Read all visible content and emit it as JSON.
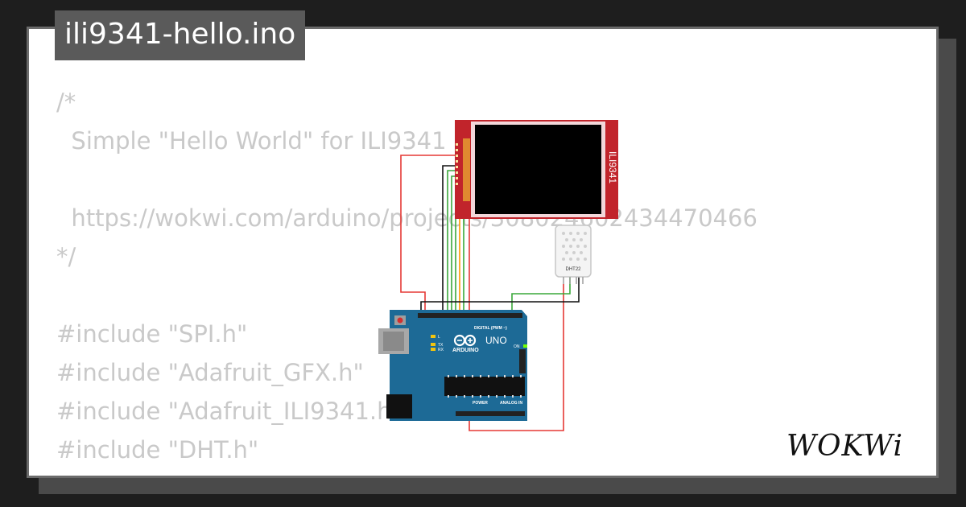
{
  "project": {
    "filename": "ili9341-hello.ino"
  },
  "code_lines": [
    "/*",
    "  Simple \"Hello World\" for ILI9341",
    "",
    "  https://wokwi.com/arduino/projects/308024602434470466",
    "*/",
    "",
    "#include \"SPI.h\"",
    "#include \"Adafruit_GFX.h\"",
    "#include \"Adafruit_ILI9341.h\"",
    "#include \"DHT.h\""
  ],
  "display": {
    "label": "ILI9341"
  },
  "sensor": {
    "label": "DHT22"
  },
  "board": {
    "brand": "ARDUINO",
    "model": "UNO",
    "digital_label": "DIGITAL (PWM ~)",
    "power_label": "POWER",
    "analog_label": "ANALOG IN",
    "tx_label": "TX",
    "rx_label": "RX",
    "on_label": "ON",
    "l_label": "L"
  },
  "brand": {
    "logo_text": "WOKWi"
  },
  "colors": {
    "background": "#1e1e1e",
    "card": "#ffffff",
    "code_text": "#c9c9c9",
    "title_bg": "#5a5a5a",
    "board_blue": "#1d6a96",
    "display_red": "#c1242b",
    "wire_red": "#e53935",
    "wire_black": "#111111",
    "wire_green": "#3aa83a",
    "wire_orange": "#ff9800"
  }
}
